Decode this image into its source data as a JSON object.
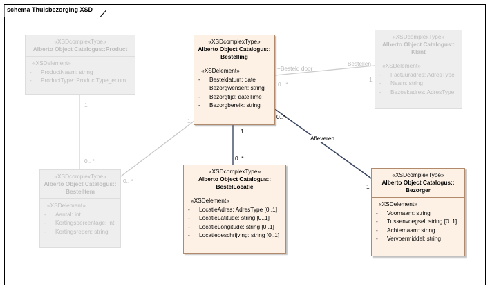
{
  "diagram": {
    "frame_title": "schema Thuisbezorging XSD",
    "classes": {
      "product": {
        "stereotype": "«XSDcomplexType»",
        "name": [
          "Alberto Object Catalogus::Product"
        ],
        "section": "«XSDelement»",
        "attributes": [
          {
            "vis": "-",
            "text": "ProductNaam: string"
          },
          {
            "vis": "-",
            "text": "ProductType: ProductType_enum"
          }
        ]
      },
      "bestelling": {
        "stereotype": "«XSDcomplexType»",
        "name": [
          "Alberto Object Catalogus::",
          "Bestelling"
        ],
        "section": "«XSDelement»",
        "attributes": [
          {
            "vis": "-",
            "text": "Besteldatum: date"
          },
          {
            "vis": "+",
            "text": "Bezorgwensen: string"
          },
          {
            "vis": "-",
            "text": "Bezorgtijd: dateTime"
          },
          {
            "vis": "-",
            "text": "Bezorgbereik: string"
          }
        ]
      },
      "klant": {
        "stereotype": "«XSDcomplexType»",
        "name": [
          "Alberto Object Catalogus::",
          "Klant"
        ],
        "section": "«XSDelement»",
        "attributes": [
          {
            "vis": "-",
            "text": "Factuuradres: AdresType"
          },
          {
            "vis": "-",
            "text": "Naam: string"
          },
          {
            "vis": "-",
            "text": "Bezoekadres: AdresType"
          }
        ]
      },
      "bestelitem": {
        "stereotype": "«XSDcomplexType»",
        "name": [
          "Alberto Object Catalogus::",
          "BestelItem"
        ],
        "section": "«XSDelement»",
        "attributes": [
          {
            "vis": "-",
            "text": "Aantal: int"
          },
          {
            "vis": "-",
            "text": "Kortingspercentage: int"
          },
          {
            "vis": "-",
            "text": "Kortingsreden: string"
          }
        ]
      },
      "bestellocatie": {
        "stereotype": "«XSDcomplexType»",
        "name": [
          "Alberto Object Catalogus::",
          "BestelLocatie"
        ],
        "section": "«XSDelement»",
        "attributes": [
          {
            "vis": "-",
            "text": "LocatieAdres: AdresType [0..1]"
          },
          {
            "vis": "-",
            "text": "LocatieLatitude: string [0..1]"
          },
          {
            "vis": "-",
            "text": "LocatieLongitude: string [0..1]"
          },
          {
            "vis": "-",
            "text": "Locatiebeschrijving: string [0..1]"
          }
        ]
      },
      "bezorger": {
        "stereotype": "«XSDcomplexType»",
        "name": [
          "Alberto Object Catalogus::",
          "Bezorger"
        ],
        "section": "«XSDelement»",
        "attributes": [
          {
            "vis": "-",
            "text": "Voornaam: string"
          },
          {
            "vis": "-",
            "text": "Tussenvoegsel: string [0..1]"
          },
          {
            "vis": "-",
            "text": "Achternaam: string"
          },
          {
            "vis": "-",
            "text": "Vervoermiddel: string"
          }
        ]
      }
    },
    "association_labels": {
      "besteld_door": "+Besteld door",
      "bestellen": "+Bestellen",
      "klant_mult_bestelling": "0.. *",
      "klant_mult_klant": "1",
      "product_mult": "1",
      "bestelitem_mult_product": "0.. *",
      "bestelitem_mult_bestelling": "0.. *",
      "bestelling_mult_bestelitem": "1",
      "bestelling_mult_locatie": "1",
      "locatie_mult": "0..*",
      "bestelling_mult_bezorger": "0..*",
      "afleveren": "Afleveren",
      "bezorger_mult": "1"
    }
  }
}
